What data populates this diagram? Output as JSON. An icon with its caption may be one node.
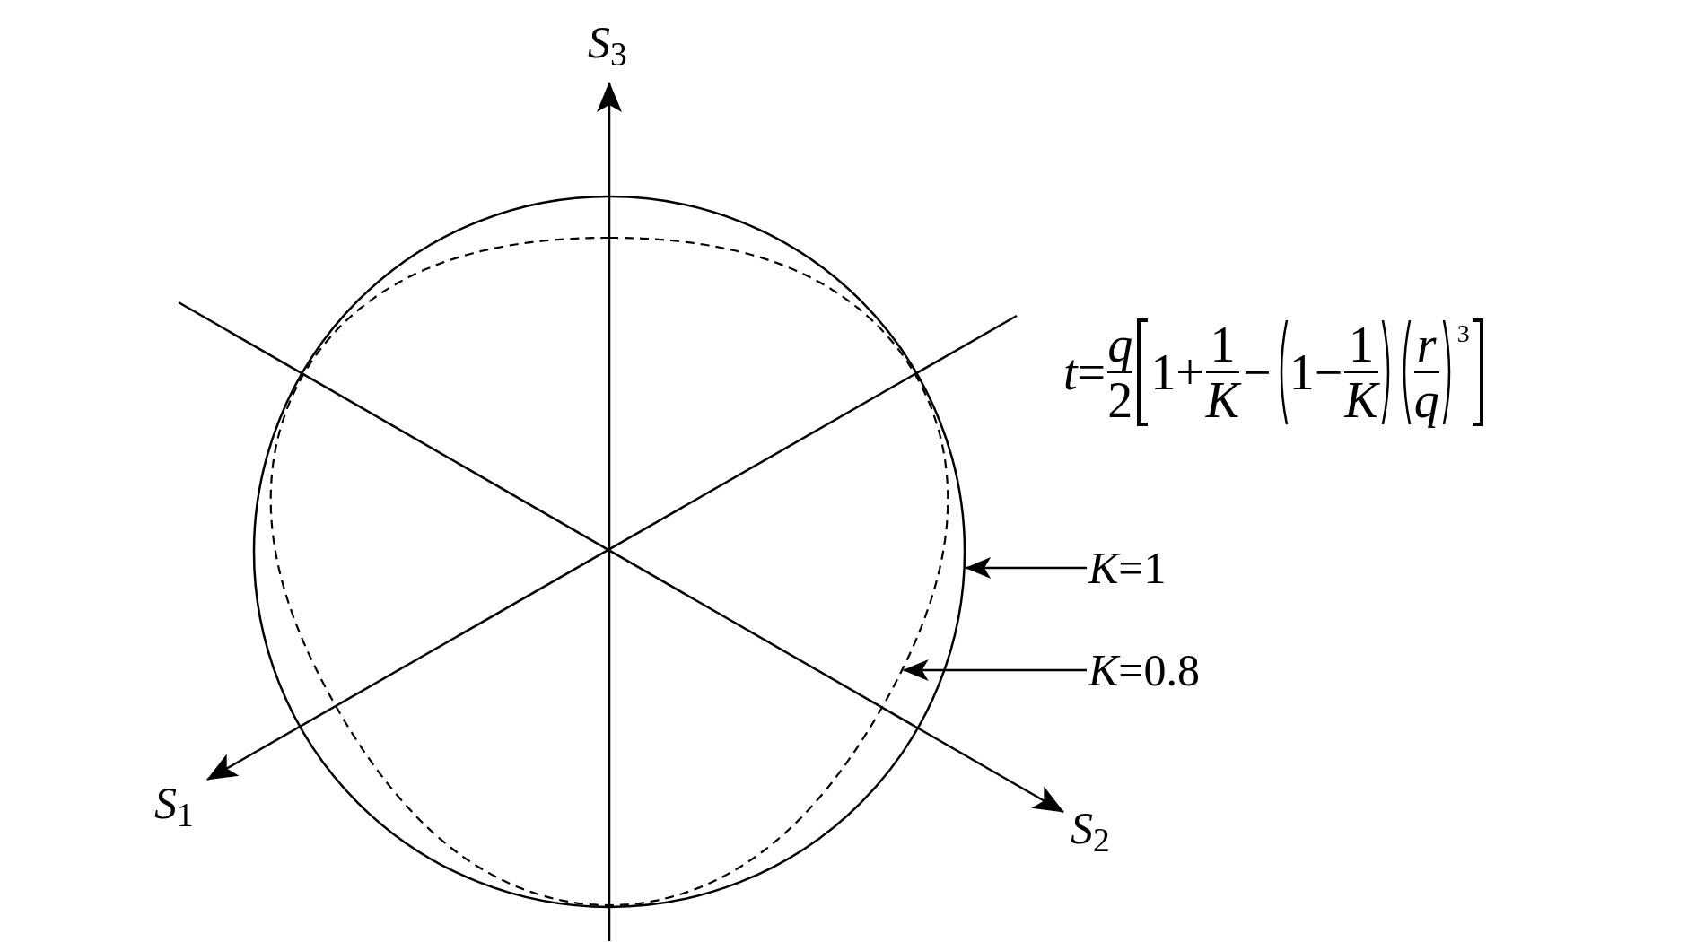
{
  "diagram": {
    "nodes": [
      {
        "text": [
          "*K*=1"
        ]
      },
      {
        "text": [
          "*K*=0.8"
        ]
      },
      {
        "text": [],
        "shape": "circle"
      },
      {
        "text": [],
        "shape": "curve"
      }
    ],
    "edges": [
      {
        "from": 0,
        "to": 2,
        "arrow": "to"
      },
      {
        "from": 1,
        "to": 3,
        "arrow": "to"
      }
    ],
    "labels": [
      "*S*$_{3}$",
      "*t*=",
      "*q*",
      "2",
      "1+",
      "1",
      "*K*",
      "−",
      "1−",
      "1",
      "*K*",
      "*r*",
      "*q*",
      "3",
      "*S*$_{1}$",
      "*S*$_{2}$"
    ]
  }
}
